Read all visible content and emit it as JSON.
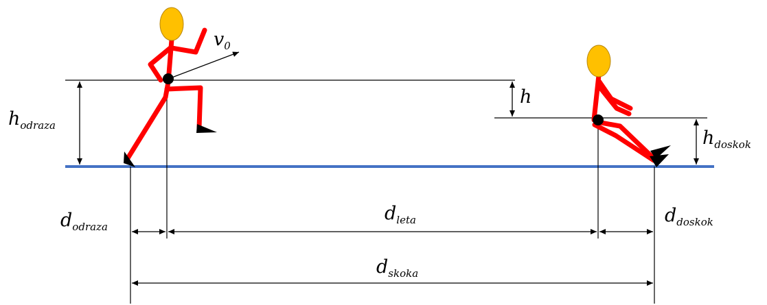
{
  "labels": {
    "v0": {
      "main": "v",
      "sub": "0"
    },
    "h": {
      "main": "h"
    },
    "h_odraza": {
      "main": "h",
      "sub": "odraza"
    },
    "h_doskok": {
      "main": "h",
      "sub": "doskok"
    },
    "d_odraza": {
      "main": "d",
      "sub": "odraza"
    },
    "d_leta": {
      "main": "d",
      "sub": "leta"
    },
    "d_doskok": {
      "main": "d",
      "sub": "doskok"
    },
    "d_skoka": {
      "main": "d",
      "sub": "skoka"
    }
  },
  "colors": {
    "ground": "#4472C4",
    "figure": "#FF0000",
    "head": "#FFC000",
    "head_stroke": "#B8860B",
    "line": "#000000"
  }
}
